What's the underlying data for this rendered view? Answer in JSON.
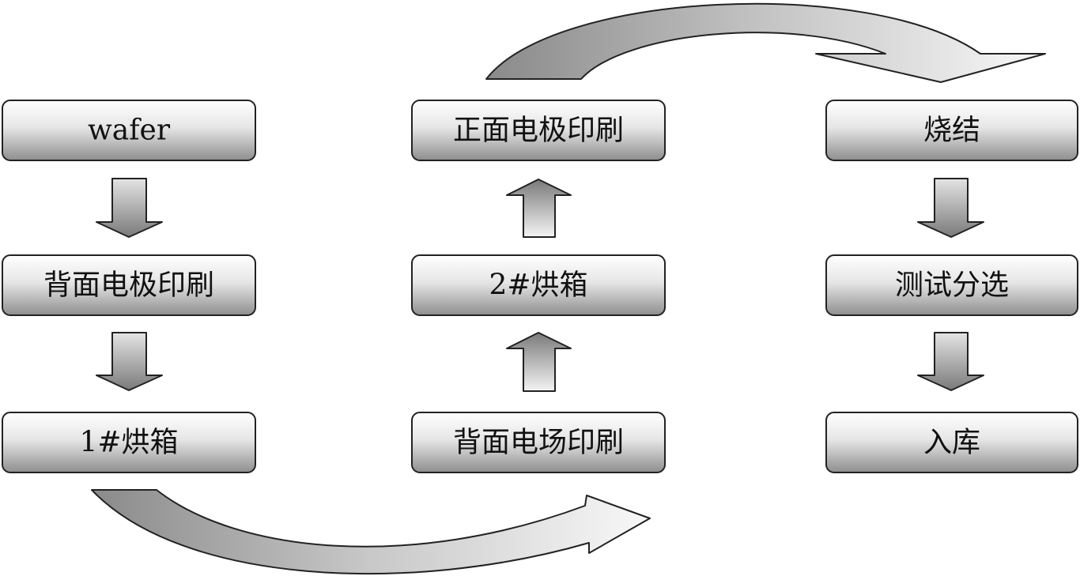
{
  "steps": {
    "wafer": "wafer",
    "back_electrode_print": "背面电极印刷",
    "oven_1": "1#烘箱",
    "back_field_print": "背面电场印刷",
    "oven_2": "2#烘箱",
    "front_electrode_print": "正面电极印刷",
    "sintering": "烧结",
    "test_sort": "测试分选",
    "storage": "入库"
  },
  "colors": {
    "box_light": "#ffffff",
    "box_dark": "#8e8e8e",
    "arrow_light": "#ffffff",
    "arrow_dark": "#7a7a7a",
    "outline": "#222222"
  }
}
